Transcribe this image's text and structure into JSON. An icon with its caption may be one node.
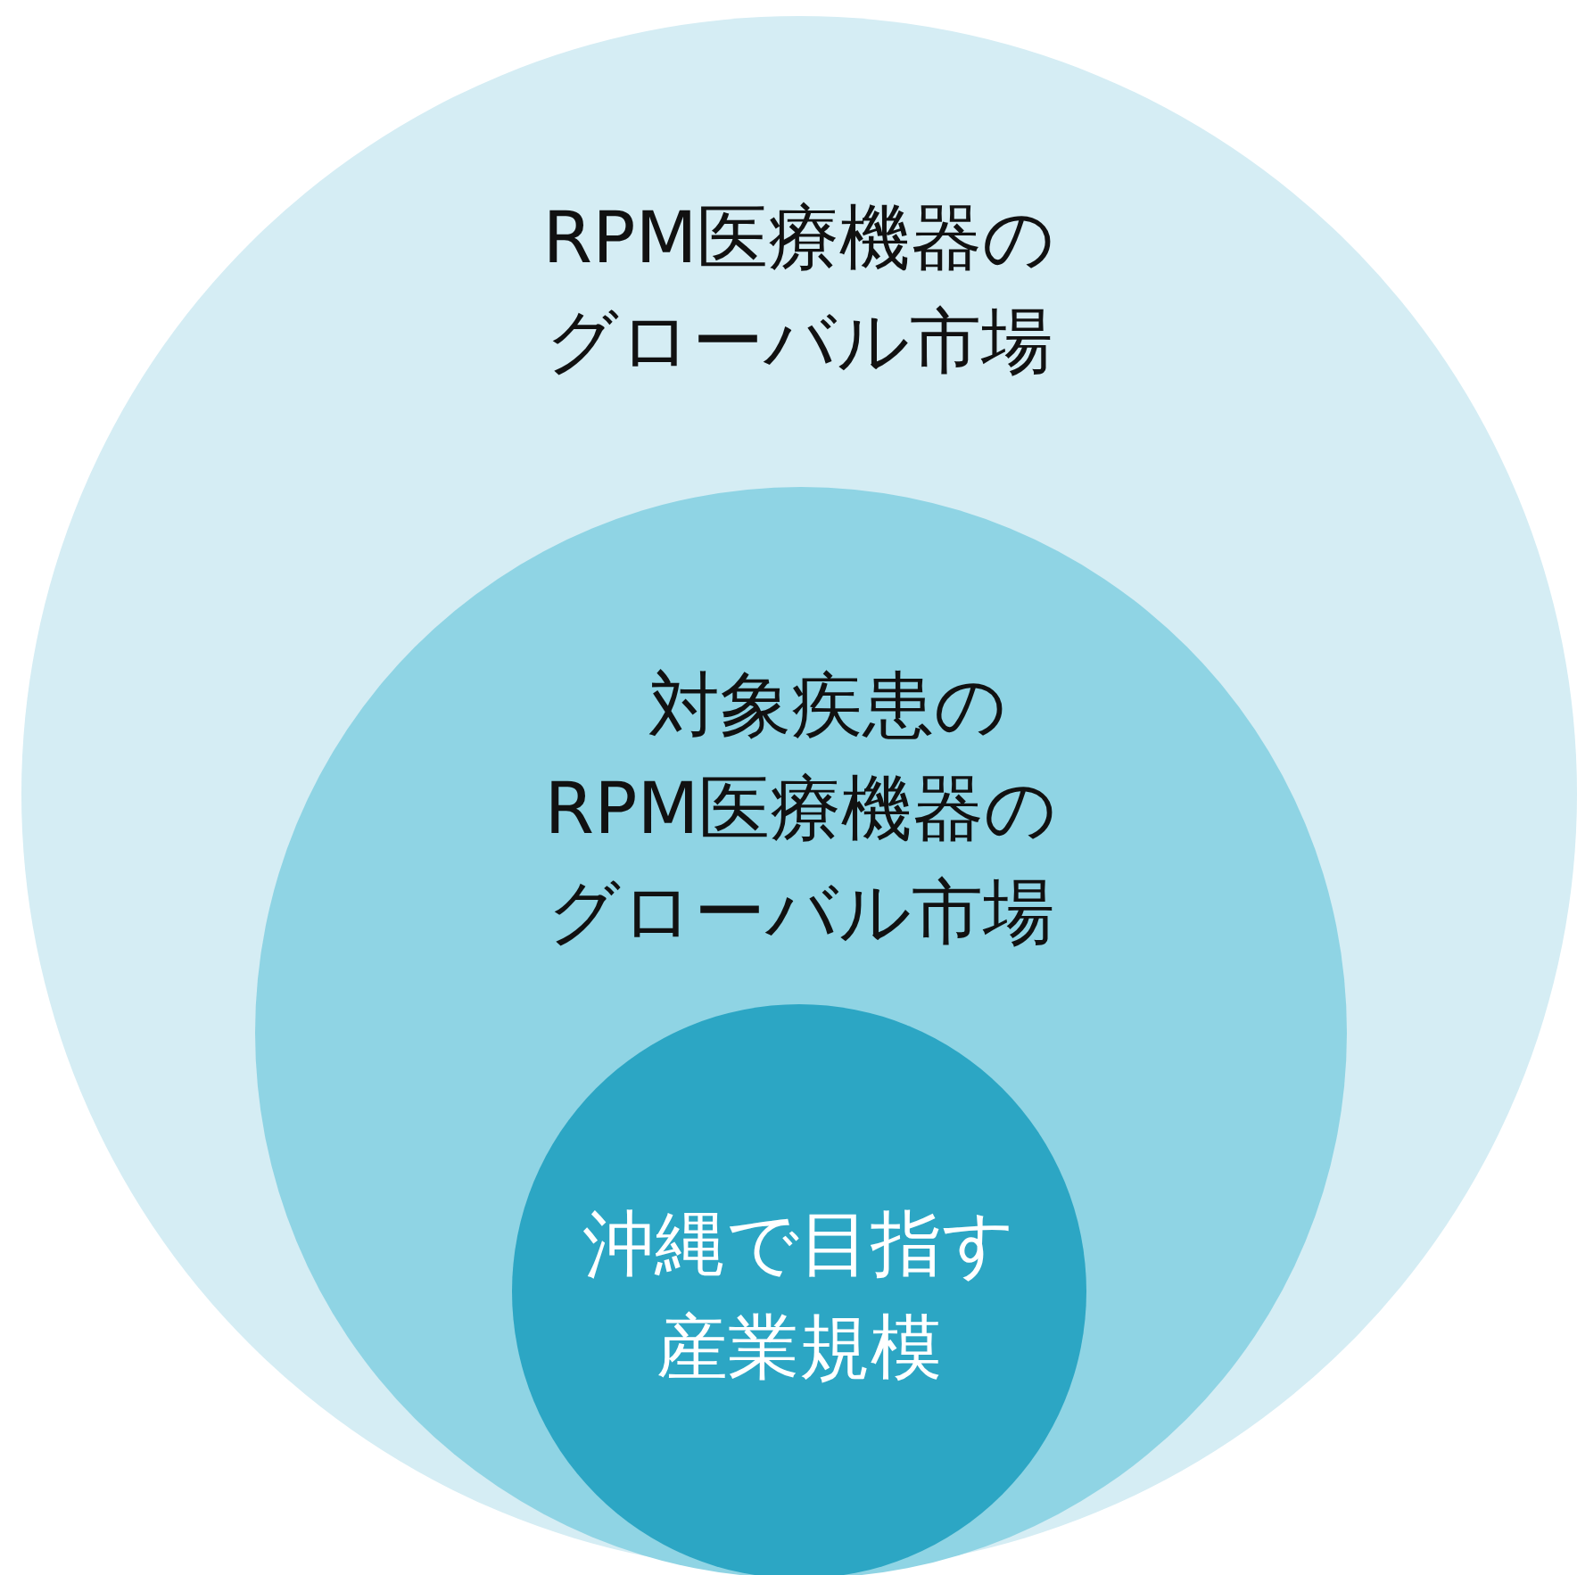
{
  "diagram": {
    "nodes": [
      {
        "text": [
          "RPM医療機器のグローバル市場"
        ]
      },
      {
        "text": [
          "対象疾患のRPM医療機器のグローバル市場"
        ],
        "in": 0
      },
      {
        "text": [
          "沖縄で目指す産業規模"
        ],
        "in": 1
      }
    ]
  }
}
